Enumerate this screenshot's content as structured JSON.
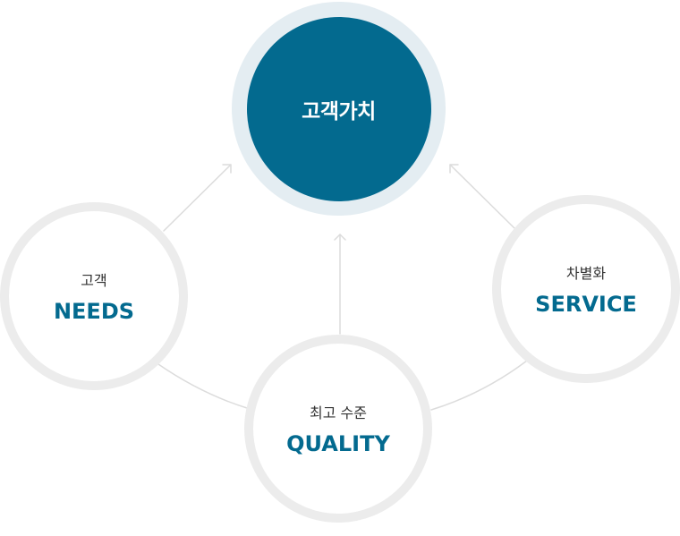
{
  "colors": {
    "primary": "#036a8f",
    "center_ring": "#e4edf2",
    "ring": "#ececec",
    "connector": "#dcdcdc"
  },
  "center": {
    "label": "고객가치"
  },
  "nodes": {
    "needs": {
      "sub": "고객",
      "main": "NEEDS"
    },
    "service": {
      "sub": "차별화",
      "main": "SERVICE"
    },
    "quality": {
      "sub": "최고 수준",
      "main": "QUALITY"
    }
  }
}
